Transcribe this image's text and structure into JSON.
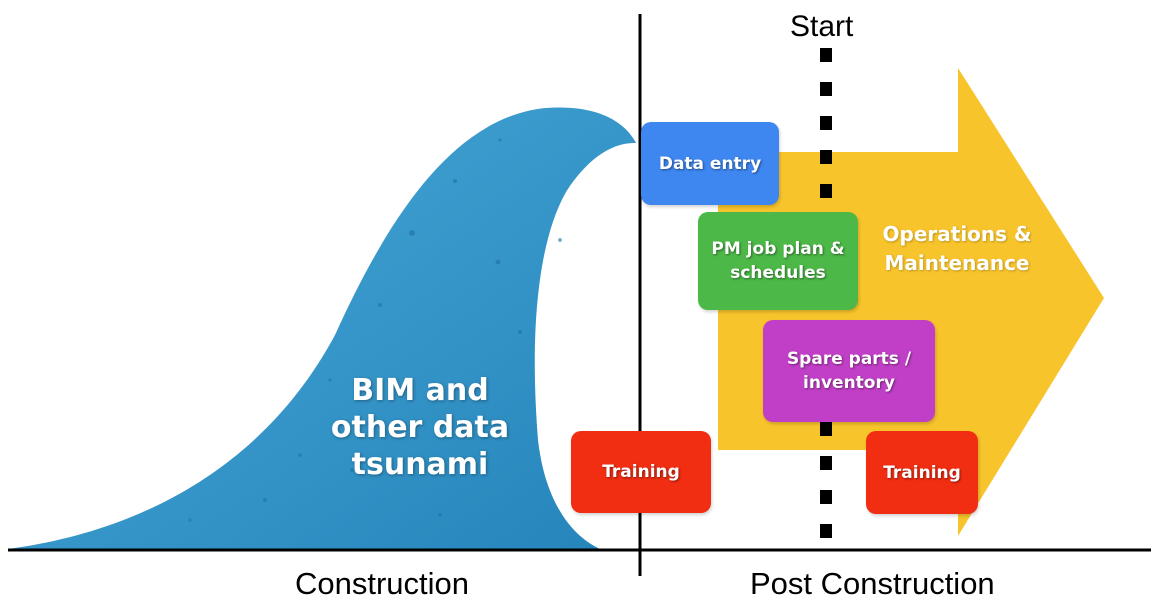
{
  "diagram": {
    "wave_label": "BIM and\nother data\ntsunami",
    "arrow_label": "Operations &\nMaintenance",
    "start_label": "Start",
    "phase_left": "Construction",
    "phase_right": "Post Construction",
    "boxes": {
      "data_entry": "Data entry",
      "pm_job_plan": "PM job plan &\nschedules",
      "spare_parts": "Spare parts /\ninventory",
      "training_left": "Training",
      "training_right": "Training"
    }
  },
  "colors": {
    "wave": "#2f92c6",
    "arrow": "#f8c42c",
    "data_entry": "#3e86f0",
    "pm_job_plan": "#4cb847",
    "spare_parts": "#c13fc7",
    "training": "#f12d12",
    "axis": "#000000"
  }
}
